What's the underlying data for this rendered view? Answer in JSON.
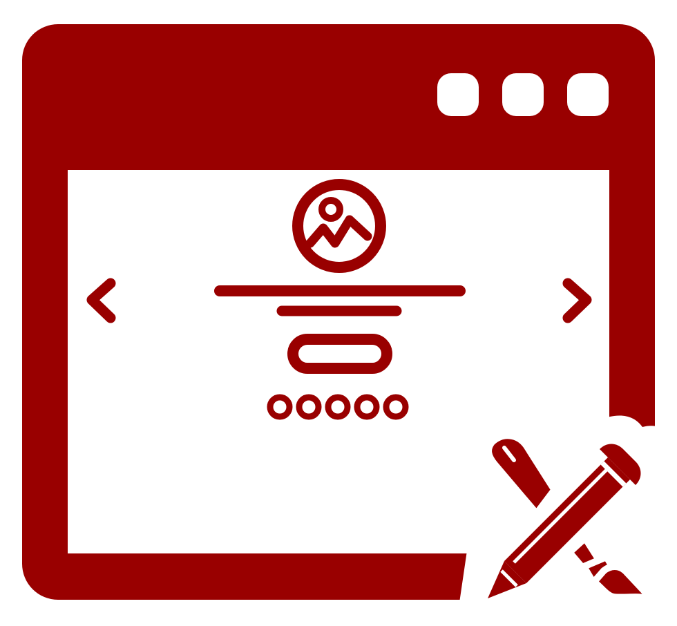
{
  "icon": {
    "name": "web-slider-design-icon",
    "color": "#990000",
    "background": "#ffffff"
  },
  "window": {
    "controls": [
      "window-control-dot",
      "window-control-dot",
      "window-control-dot"
    ]
  },
  "carousel": {
    "arrows": [
      "chevron-left-icon",
      "chevron-right-icon"
    ],
    "slide": {
      "image_icon": "image-placeholder-icon",
      "text_lines": 2,
      "button": "button-placeholder"
    },
    "pagination_dots": 5
  },
  "tools": [
    "paintbrush-icon",
    "pencil-icon"
  ]
}
